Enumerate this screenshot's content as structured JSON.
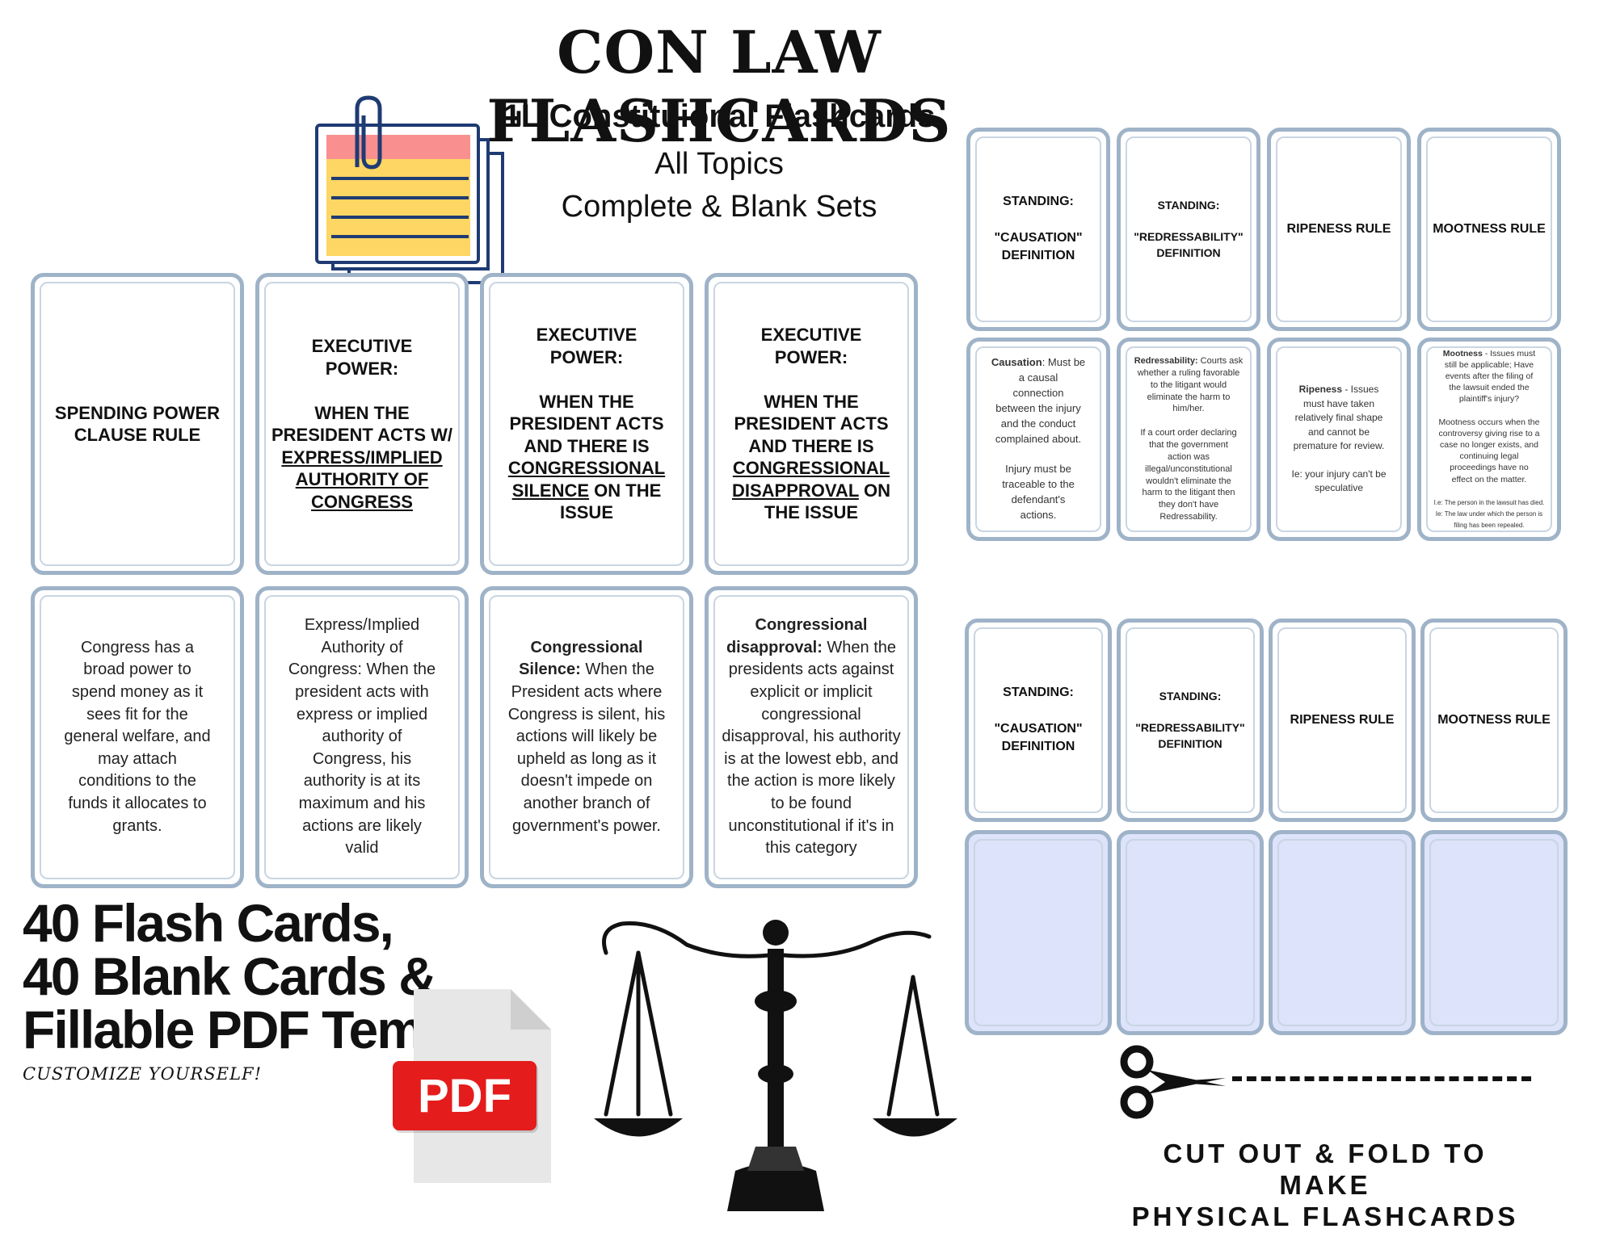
{
  "header": {
    "title": "CON LAW FLASHCARDS",
    "subtitle": "1L Constituional Flashcards",
    "line1": "All Topics",
    "line2": "Complete & Blank Sets"
  },
  "left_fronts": [
    "SPENDING POWER\nCLAUSE RULE",
    "EXECUTIVE\nPOWER:\n\nWHEN THE\nPRESIDENT ACTS W/",
    "EXECUTIVE\nPOWER:\n\nWHEN THE\nPRESIDENT ACTS\nAND THERE IS",
    "EXECUTIVE\nPOWER:\n\nWHEN THE\nPRESIDENT ACTS\nAND THERE IS"
  ],
  "left_fronts_underlined": {
    "card2": "EXPRESS/IMPLIED\nAUTHORITY OF\nCONGRESS",
    "card3a": "CONGRESSIONAL\nSILENCE",
    "card3b": " ON THE\nISSUE",
    "card4a": "CONGRESSIONAL\nDISAPPROVAL",
    "card4b": " ON\nTHE ISSUE"
  },
  "left_backs": {
    "spending": "Congress has a\nbroad power to\nspend money as it\nsees fit for the\ngeneral welfare, and\nmay attach\nconditions to the\nfunds it allocates to\ngrants.",
    "express": "Express/Implied\nAuthority of\nCongress: When the\npresident acts with\nexpress or implied\nauthority of\nCongress, his\nauthority is at its\nmaximum and his\nactions are likely\nvalid",
    "silence_bold": "Congressional\nSilence:",
    "silence": " When the\nPresident acts where\nCongress is silent, his\nactions will likely be\nupheld as long as it\ndoesn't impede on\nanother branch of\ngovernment's power.",
    "disapproval_bold": "Congressional\ndisapproval:",
    "disapproval": " When the\npresidents acts against\nexplicit or implicit\ncongressional\ndisapproval, his authority\nis at the lowest ebb, and\nthe action is more likely\nto be found\nunconstitutional if it's in\nthis category"
  },
  "right_top_fronts": [
    "STANDING:\n\n\"CAUSATION\"\nDEFINITION",
    "STANDING:\n\n\"REDRESSABILITY\"\nDEFINITION",
    "RIPENESS RULE",
    "MOOTNESS RULE"
  ],
  "right_backs": {
    "causation_bold": "Causation",
    "causation": ": Must be\na causal\nconnection\nbetween the injury\nand the conduct\ncomplained about.\n\nInjury must be\ntraceable to the\ndefendant's\nactions.",
    "redress_bold": "Redressability:",
    "redress": " Courts ask\nwhether a ruling favorable\nto the litigant would\neliminate the harm to\nhim/her.\n\nIf a court order declaring\nthat the government\naction was\nillegal/unconstitutional\nwouldn't eliminate the\nharm to the litigant then\nthey don't have\nRedressability.",
    "ripeness_bold": "Ripeness",
    "ripeness": " - Issues\nmust have taken\nrelatively final shape\nand cannot be\npremature for review.\n\nIe: your injury can't be\nspeculative",
    "mootness_bold": "Mootness",
    "mootness": " - Issues must\nstill be applicable; Have\nevents after the filing of\nthe lawsuit ended the\nplaintiff's injury?\n\nMootness occurs when the\ncontroversy giving rise to a\ncase no longer exists, and\ncontinuing legal\nproceedings have no\neffect on the matter.",
    "mootness_note1": "I.e: The person in the lawsuit has died.",
    "mootness_note2": "Ie: The law under which the person is\nfiling has been repealed."
  },
  "right_bottom_fronts": [
    "STANDING:\n\n\"CAUSATION\"\nDEFINITION",
    "STANDING:\n\n\"REDRESSABILITY\"\nDEFINITION",
    "RIPENESS RULE",
    "MOOTNESS RULE"
  ],
  "promo": {
    "big": "40 Flash Cards,\n40 Blank Cards &\nFillable PDF Template.",
    "customize": "CUSTOMIZE YOURSELF!",
    "pdf": "PDF",
    "cut": "CUT OUT & FOLD TO MAKE\nPHYSICAL FLASHCARDS"
  },
  "colors": {
    "card_border": "#9fb3c8",
    "blank_fill": "#dce3fb",
    "pdf_red": "#e51c1c",
    "notecard_yellow": "#fdd663",
    "notecard_pink": "#f98f8f",
    "icon_navy": "#1f3b73"
  },
  "icons": [
    "notecard-icon",
    "paperclip-icon",
    "pdf-file-icon",
    "scales-of-justice-icon",
    "scissors-icon"
  ]
}
